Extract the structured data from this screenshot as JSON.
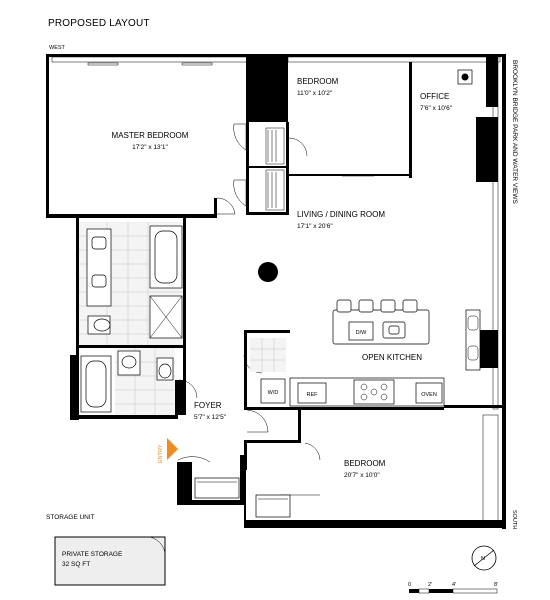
{
  "header": {
    "title": "PROPOSED LAYOUT"
  },
  "orientation": {
    "west": "WEST",
    "south": "SOUTH",
    "views": "BROOKLYN BRIDGE PARK AND WATER VIEWS",
    "compass": "N"
  },
  "rooms": {
    "master_bedroom": {
      "name": "MASTER BEDROOM",
      "size": "17'2\" x 13'1\""
    },
    "bedroom_north": {
      "name": "BEDROOM",
      "size": "11'0\" x 10'2\""
    },
    "office": {
      "name": "OFFICE",
      "size": "7'6\" x 10'6\""
    },
    "living_dining": {
      "name": "LIVING / DINING ROOM",
      "size": "17'1\" x 20'6\""
    },
    "open_kitchen": {
      "name": "OPEN KITCHEN"
    },
    "foyer": {
      "name": "FOYER",
      "size": "5'7\" x 12'5\""
    },
    "bedroom_south": {
      "name": "BEDROOM",
      "size": "20'7\" x 10'0\""
    }
  },
  "appliances": {
    "dishwasher": "D/W",
    "washer_dryer": "W/D",
    "refrigerator": "REF",
    "oven": "OVEN"
  },
  "entry": {
    "label": "ENTRY"
  },
  "storage": {
    "heading": "STORAGE UNIT",
    "name": "PRIVATE STORAGE",
    "area": "32 SQ FT"
  },
  "scale": {
    "ticks": [
      "0",
      "2'",
      "4'",
      "8'"
    ]
  }
}
